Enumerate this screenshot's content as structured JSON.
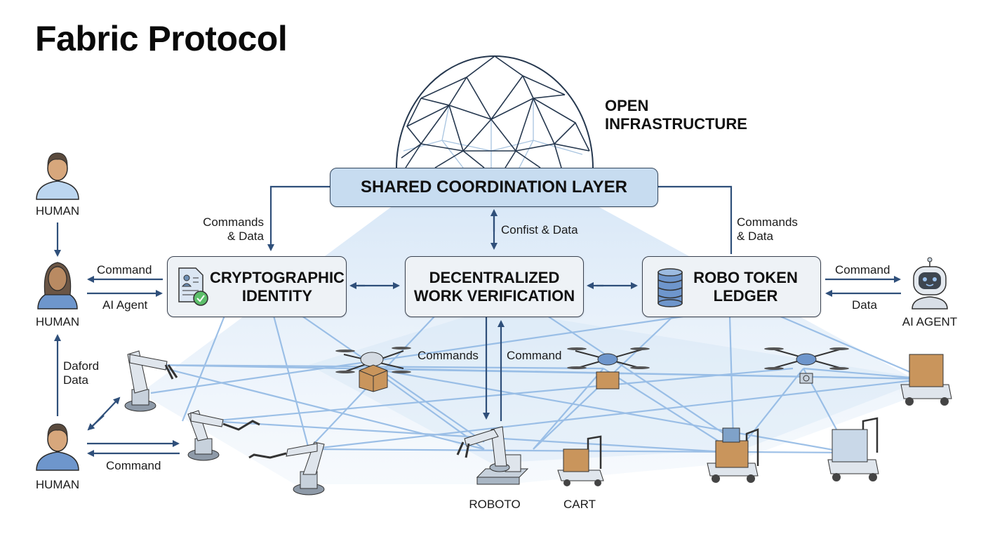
{
  "title": "Fabric Protocol",
  "infrastructure_label": [
    "OPEN",
    "INFRASTRUCTURE"
  ],
  "layer": {
    "label": "SHARED COORDINATION LAYER"
  },
  "modules": {
    "identity": {
      "line1": "CRYPTOGRAPHIC",
      "line2": "IDENTITY",
      "icon": "id-document-check-icon"
    },
    "verification": {
      "line1": "DECENTRALIZED",
      "line2": "WORK VERIFICATION"
    },
    "ledger": {
      "line1": "ROBO TOKEN",
      "line2": "LEDGER",
      "icon": "database-icon"
    }
  },
  "edges": {
    "layer_to_identity": [
      "Commands",
      "& Data"
    ],
    "layer_to_verification": "Confist & Data",
    "layer_to_ledger": [
      "Commands",
      "& Data"
    ],
    "identity_to_human_top": "Command",
    "human_to_identity": "AI Agent",
    "ledger_to_ai": "Command",
    "ai_to_ledger": "Data",
    "human_bottom_up": [
      "Daford",
      "Data"
    ],
    "human_to_arm": "Command",
    "verify_down": "Commands",
    "verify_up": "Command"
  },
  "actors": {
    "human_top": "HUMAN",
    "human_mid": "HUMAN",
    "human_bottom": "HUMAN",
    "ai_agent": "AI AGENT",
    "roboto": "ROBOTO",
    "cart": "CART"
  },
  "colors": {
    "arrow": "#2f4f7a",
    "beam": "#9fc3ea",
    "layer_fill": "#c7dcf0",
    "box_fill": "#eef2f6",
    "cardboard": "#c9955c",
    "check": "#5cbf6a"
  }
}
